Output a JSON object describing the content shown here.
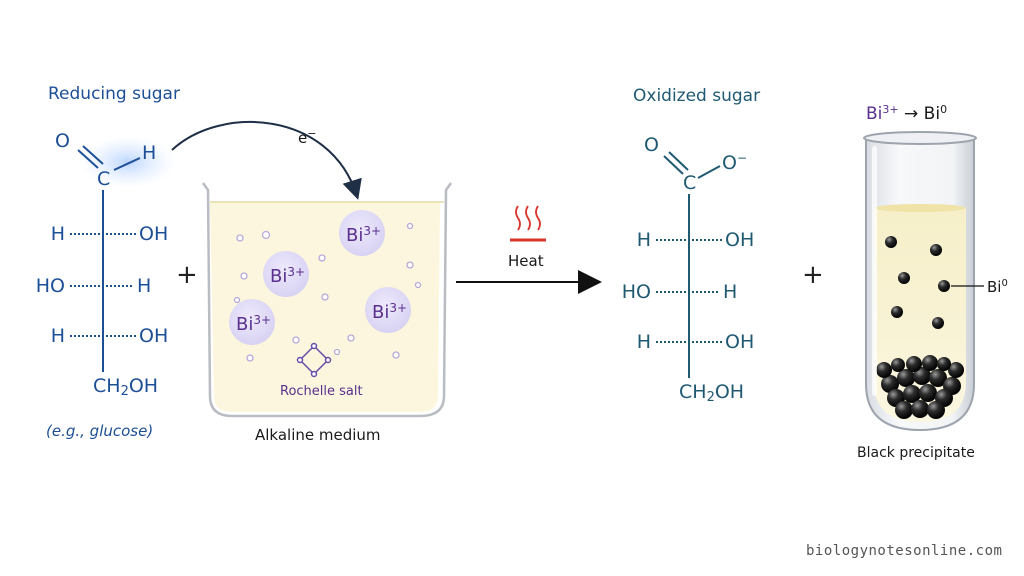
{
  "reactant": {
    "title": "Reducing sugar",
    "example": "(e.g., glucose)",
    "carbonyl_o": "O",
    "carbonyl_c": "C",
    "carbonyl_h": "H",
    "rows": [
      {
        "left": "H",
        "right": "OH"
      },
      {
        "left": "HO",
        "right": "H"
      },
      {
        "left": "H",
        "right": "OH"
      }
    ],
    "terminal_main": "CH",
    "terminal_sub": "2",
    "terminal_tail": "OH"
  },
  "electron": {
    "symbol": "e",
    "charge": "−"
  },
  "beaker": {
    "ion_symbol": "Bi",
    "ion_charge": "3+",
    "salt_label": "Rochelle salt",
    "caption": "Alkaline medium"
  },
  "plus_sign": "+",
  "reaction": {
    "condition": "Heat"
  },
  "product": {
    "title": "Oxidized sugar",
    "carbonyl_o": "O",
    "carbonyl_c": "C",
    "oxide_o": "O",
    "oxide_charge": "−",
    "rows": [
      {
        "left": "H",
        "right": "OH"
      },
      {
        "left": "HO",
        "right": "H"
      },
      {
        "left": "H",
        "right": "OH"
      }
    ],
    "terminal_main": "CH",
    "terminal_sub": "2",
    "terminal_tail": "OH"
  },
  "tube": {
    "equation_from": "Bi",
    "equation_from_charge": "3+",
    "equation_arrow": "→",
    "equation_to": "Bi",
    "equation_to_charge": "0",
    "particle_label": "Bi",
    "particle_charge": "0",
    "caption": "Black precipitate"
  },
  "watermark": "biologynotesonline.com",
  "colors": {
    "reactant_blue": "#1d4f96",
    "product_teal": "#1f5a72",
    "bismuth_purple": "#5a2f8e",
    "heat_red": "#d9342b",
    "solution_cream": "#fbf6dd"
  }
}
